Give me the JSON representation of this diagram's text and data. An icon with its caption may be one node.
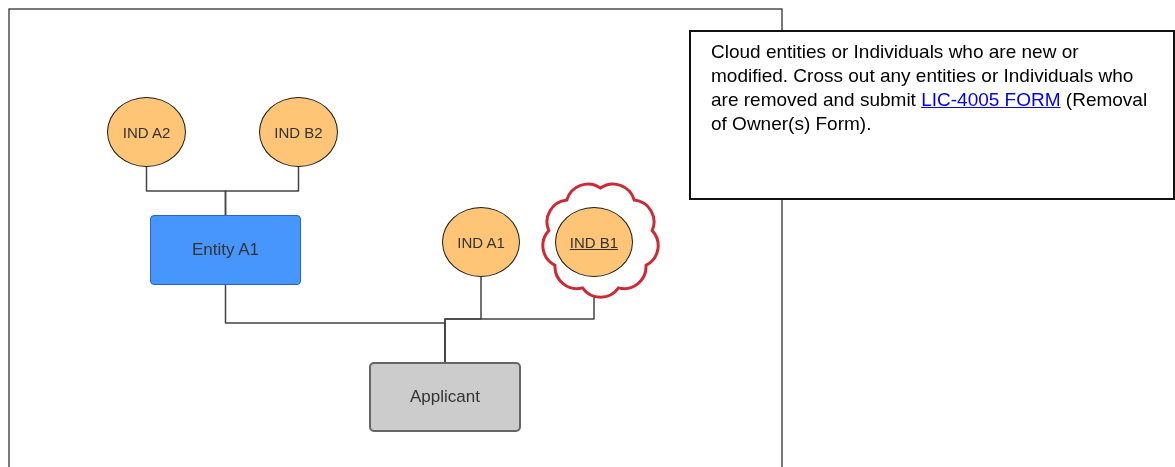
{
  "diagram": {
    "nodes": [
      {
        "text": [
          "IND A2"
        ]
      },
      {
        "text": [
          "IND B2"
        ]
      },
      {
        "text": [
          "Entity A1"
        ]
      },
      {
        "text": [
          "IND A1"
        ]
      },
      {
        "text": [],
        "shape": "cloud"
      },
      {
        "text": [
          "IND B1"
        ],
        "in": 4
      },
      {
        "text": [
          "Applicant"
        ]
      },
      {
        "text": [
          "Cloud entities or Individuals who are new or modified. Cross out any entities or Individuals who are removed and submit",
          "LIC-4005 FORM",
          "(Removal of Owner(s) Form)."
        ]
      }
    ],
    "edges": [
      {
        "from": 0,
        "to": 2,
        "arrow": "none"
      },
      {
        "from": 1,
        "to": 2,
        "arrow": "none"
      },
      {
        "from": 2,
        "to": 6,
        "arrow": "none"
      },
      {
        "from": 3,
        "to": 6,
        "arrow": "none"
      },
      {
        "from": 5,
        "to": 6,
        "arrow": "none"
      }
    ]
  }
}
